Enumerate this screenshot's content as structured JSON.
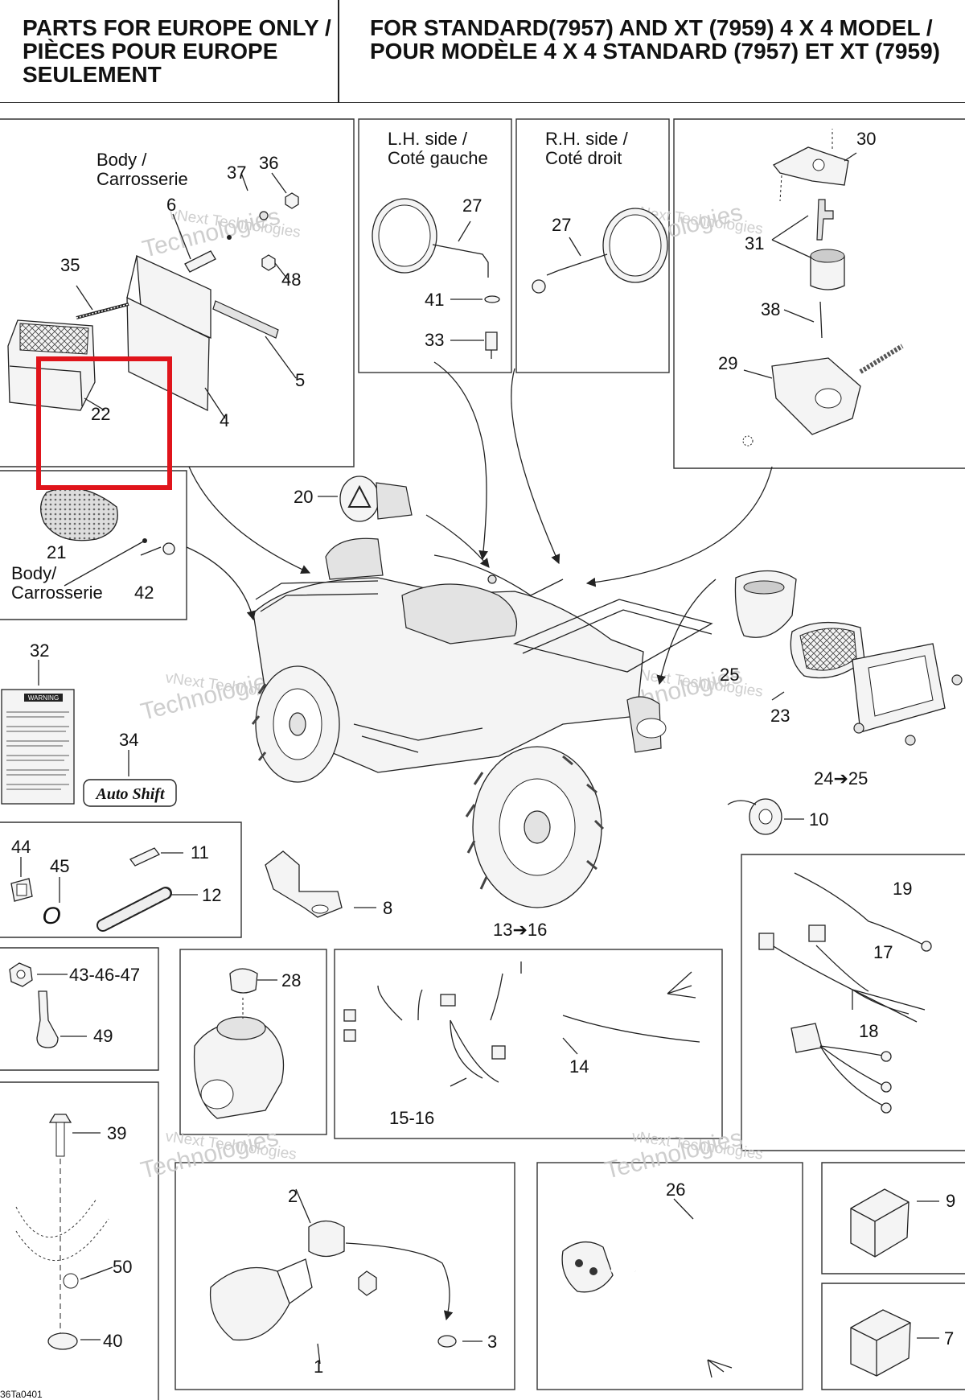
{
  "header": {
    "left_lines": [
      "PARTS FOR EUROPE ONLY /",
      "PIÈCES POUR EUROPE",
      "SEULEMENT"
    ],
    "right_lines": [
      "FOR STANDARD(7957) AND XT (7959) 4 X 4 MODEL /",
      "POUR MODÈLE 4 X 4 STANDARD (7957) ET XT (7959)"
    ]
  },
  "panels": {
    "body_top": {
      "label_line1": "Body /",
      "label_line2": "Carrosserie"
    },
    "lh_side": {
      "label_line1": "L.H. side /",
      "label_line2": "Coté gauche"
    },
    "rh_side": {
      "label_line1": "R.H. side /",
      "label_line2": "Coté droit"
    },
    "body_reflector": {
      "label_line1": "Body/",
      "label_line2": "Carrosserie"
    }
  },
  "callouts": {
    "c2": "2",
    "c4": "4",
    "c5": "5",
    "c6": "6",
    "c7": "7",
    "c8": "8",
    "c9": "9",
    "c10": "10",
    "c11": "11",
    "c12": "12",
    "c13_16": "13➔16",
    "c14": "14",
    "c15_16": "15-16",
    "c17": "17",
    "c18": "18",
    "c19": "19",
    "c20": "20",
    "c21": "21",
    "c22": "22",
    "c23": "23",
    "c24_25": "24➔25",
    "c25": "25",
    "c26": "26",
    "c27a": "27",
    "c27b": "27",
    "c28": "28",
    "c29": "29",
    "c30": "30",
    "c31": "31",
    "c32": "32",
    "c33": "33",
    "c34": "34",
    "c35": "35",
    "c36": "36",
    "c37": "37",
    "c38": "38",
    "c39": "39",
    "c40": "40",
    "c41": "41",
    "c42": "42",
    "c43_46_47": "43-46-47",
    "c44": "44",
    "c45": "45",
    "c48": "48",
    "c49": "49",
    "c50": "50",
    "c1": "1",
    "c3": "3"
  },
  "labels": {
    "warning_title": "WARNING",
    "auto_shift": "Auto Shift",
    "o_ring": "O",
    "footer_code": "36Ta0401"
  },
  "watermark": {
    "line1": "vNext Technologies",
    "line2": "Technologies",
    "line3": "vNext"
  },
  "highlight": {
    "color": "#e0141b",
    "target_part": "22"
  }
}
